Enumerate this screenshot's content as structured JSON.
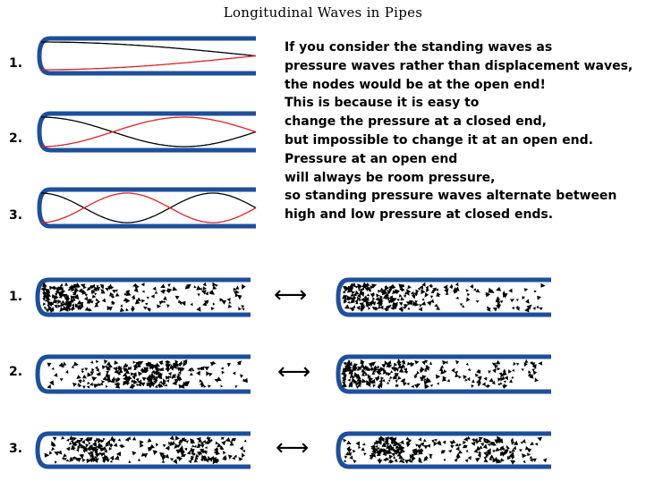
{
  "title": "Longitudinal Waves in Pipes",
  "explanation_lines": [
    "If you consider the standing waves as",
    "pressure waves rather than displacement waves,",
    "the nodes would be at the open end!",
    "This is because it is easy to",
    "change the pressure at a closed end,",
    "but impossible to change it at an open end.",
    "Pressure at an open end",
    "will always be room pressure,",
    "so standing pressure waves alternate between",
    "high and low pressure at closed ends."
  ],
  "wave_rows": [
    {
      "label": "1.",
      "harmonic": 1
    },
    {
      "label": "2.",
      "harmonic": 3
    },
    {
      "label": "3.",
      "harmonic": 5
    }
  ],
  "particle_rows": [
    {
      "label": "1.",
      "arrow": "⟷",
      "left_dense": "closed-end",
      "right_dense": "closed-end"
    },
    {
      "label": "2.",
      "arrow": "⟷",
      "left_dense": "middle",
      "right_dense": "closed-end"
    },
    {
      "label": "3.",
      "arrow": "⟷",
      "left_dense": "two-clusters",
      "right_dense": "two-clusters"
    }
  ],
  "colors": {
    "pipe": "#1d4f9c",
    "displacement_curve": "#000000",
    "pressure_curve": "#e32020",
    "particles": "#000000"
  }
}
